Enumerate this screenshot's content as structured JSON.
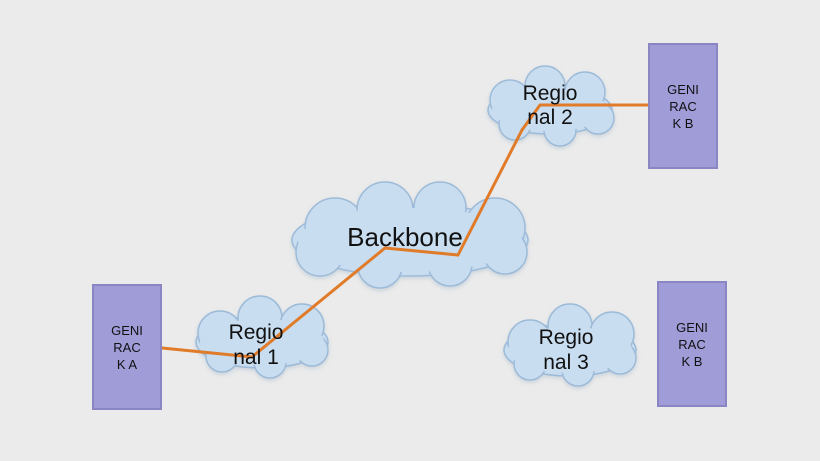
{
  "clouds": {
    "backbone": {
      "label": "Backbone"
    },
    "regional1": {
      "line1": "Regio",
      "line2": "nal 1"
    },
    "regional2": {
      "line1": "Regio",
      "line2": "nal 2"
    },
    "regional3": {
      "line1": "Regio",
      "line2": "nal 3"
    }
  },
  "racks": {
    "rack_a": {
      "line1": "GENI",
      "line2": "RAC",
      "line3": "K A"
    },
    "rack_b_top": {
      "line1": "GENI",
      "line2": "RAC",
      "line3": "K B"
    },
    "rack_b_bottom": {
      "line1": "GENI",
      "line2": "RAC",
      "line3": "K B"
    }
  },
  "colors": {
    "cloud_fill": "#c9ddf0",
    "cloud_stroke": "#9dbbd8",
    "rack_fill": "#a09cd8",
    "link": "#e07b2a",
    "background": "#ebebeb"
  }
}
